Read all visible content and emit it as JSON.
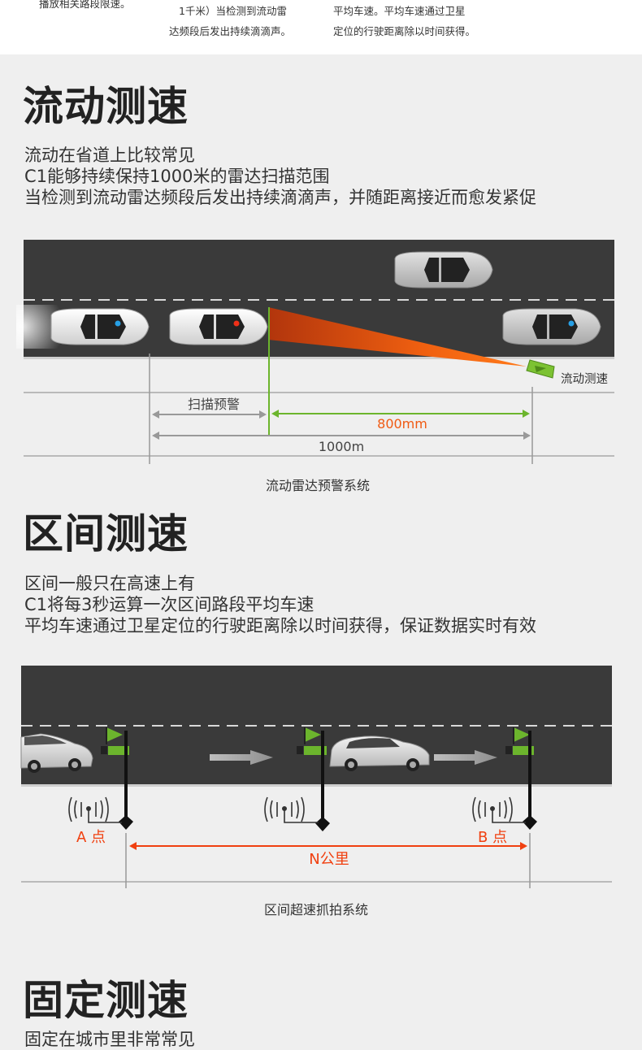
{
  "top_snippets": {
    "col1": "播放相关路段限速。",
    "col2_line1": "1千米）当检测到流动雷",
    "col2_line2": "达频段后发出持续滴滴声。",
    "col3_line1": "平均车速。平均车速通过卫星",
    "col3_line2": "定位的行驶距离除以时间获得。"
  },
  "mobile": {
    "title": "流动测速",
    "desc": [
      "流动在省道上比较常见",
      "C1能够持续保持1000米的雷达扫描范围",
      "当检测到流动雷达频段后发出持续滴滴声，并随距离接近而愈发紧促"
    ],
    "camera_label": "流动测速",
    "scan_label": "扫描预警",
    "distance_green": "800mm",
    "distance_total": "1000m",
    "caption": "流动雷达预警系统"
  },
  "section": {
    "title": "区间测速",
    "desc": [
      "区间一般只在高速上有",
      "C1将每3秒运算一次区间路段平均车速",
      "平均车速通过卫星定位的行驶距离除以时间获得，保证数据实时有效"
    ],
    "point_a": "A 点",
    "point_b": "B 点",
    "distance": "N公里",
    "caption": "区间超速抓拍系统"
  },
  "fixed": {
    "title": "固定测速",
    "desc_first": "固定在城市里非常常见"
  },
  "colors": {
    "road": "#3a3a3a",
    "green": "#6cb52d",
    "orange": "#f05a12",
    "red_point": "#f04010"
  }
}
